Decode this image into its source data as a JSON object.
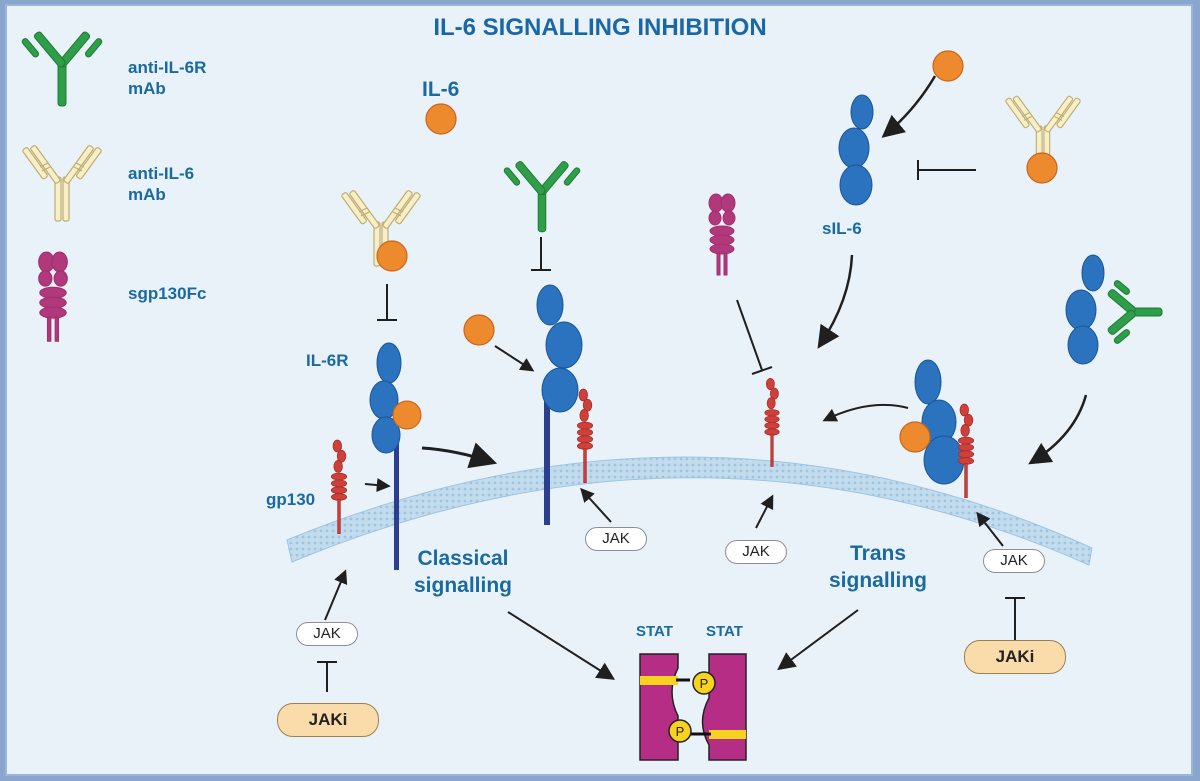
{
  "title": "IL-6 SIGNALLING INHIBITION",
  "legend": {
    "anti_il6r": [
      "anti-IL-6R",
      "mAb"
    ],
    "anti_il6": [
      "anti-IL-6",
      "mAb"
    ],
    "sgp130fc": "sgp130Fc"
  },
  "labels": {
    "il6": "IL-6",
    "il6r": "IL-6R",
    "gp130": "gp130",
    "sil6": "sIL-6",
    "classical": [
      "Classical",
      "signalling"
    ],
    "trans": [
      "Trans",
      "signalling"
    ],
    "stat_left": "STAT",
    "stat_right": "STAT",
    "p": "P"
  },
  "jak": "JAK",
  "jaki": "JAKi",
  "colors": {
    "background": "#eaf2f9",
    "frame_border": "#9bb6dc",
    "label_blue": "#1a6aa0",
    "receptor_blue": "#2b72bf",
    "gp130_red": "#c0392b",
    "il6_orange": "#ee8a2e",
    "anti_il6r_green": "#2e9e48",
    "anti_il6_cream": "#f8efc8",
    "sgp130_magenta": "#b2387c",
    "stat_magenta": "#b62d86",
    "phospho_yellow": "#f7d21f",
    "membrane": "#c2dcee",
    "jaki_fill": "#f9dcaa"
  },
  "icons": [
    "antibody-green-icon",
    "antibody-cream-icon",
    "sgp130fc-icon",
    "il6-ligand-icon",
    "il6r-receptor-icon",
    "gp130-receptor-icon",
    "stat-dimer-icon",
    "membrane-icon"
  ]
}
